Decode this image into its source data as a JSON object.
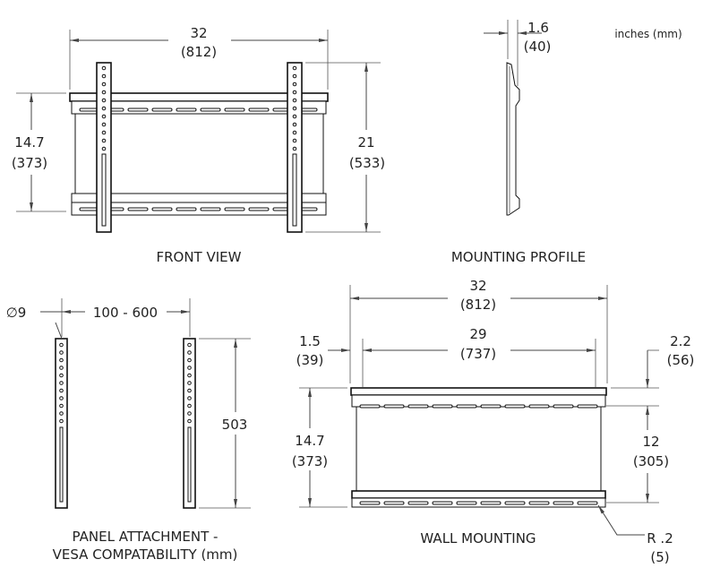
{
  "units_note": "inches (mm)",
  "front_view": {
    "title": "FRONT VIEW",
    "width_in": "32",
    "width_mm": "(812)",
    "rail_height_in": "14.7",
    "rail_height_mm": "(373)",
    "arm_height_in": "21",
    "arm_height_mm": "(533)"
  },
  "mounting_profile": {
    "title": "MOUNTING PROFILE",
    "depth_in": "1.6",
    "depth_mm": "(40)"
  },
  "panel_attachment": {
    "title_line1": "PANEL ATTACHMENT -",
    "title_line2": "VESA COMPATABILITY (mm)",
    "hole_diameter": "∅9",
    "spacing": "100 - 600",
    "arm_length": "503"
  },
  "wall_mounting": {
    "title": "WALL MOUNTING",
    "width_in": "32",
    "width_mm": "(812)",
    "inner_width_in": "29",
    "inner_width_mm": "(737)",
    "offset_in": "1.5",
    "offset_mm": "(39)",
    "height_in": "14.7",
    "height_mm": "(373)",
    "top_offset_in": "2.2",
    "top_offset_mm": "(56)",
    "slot_spacing_in": "12",
    "slot_spacing_mm": "(305)",
    "radius_in": "R .2",
    "radius_mm": "(5)"
  }
}
